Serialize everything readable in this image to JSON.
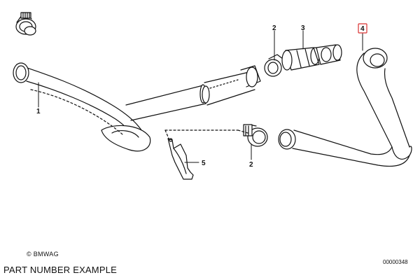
{
  "diagram": {
    "callouts": [
      {
        "id": "part-1",
        "label": "1"
      },
      {
        "id": "part-2-top",
        "label": "2"
      },
      {
        "id": "part-3",
        "label": "3"
      },
      {
        "id": "part-4",
        "label": "4",
        "highlighted": true
      },
      {
        "id": "part-5",
        "label": "5"
      },
      {
        "id": "part-2-bottom",
        "label": "2"
      }
    ],
    "highlight_color": "#d93030",
    "line_color": "#111111"
  },
  "footer": {
    "copyright": "© BMWAG",
    "diagram_id": "00000348",
    "caption": "PART NUMBER EXAMPLE"
  }
}
